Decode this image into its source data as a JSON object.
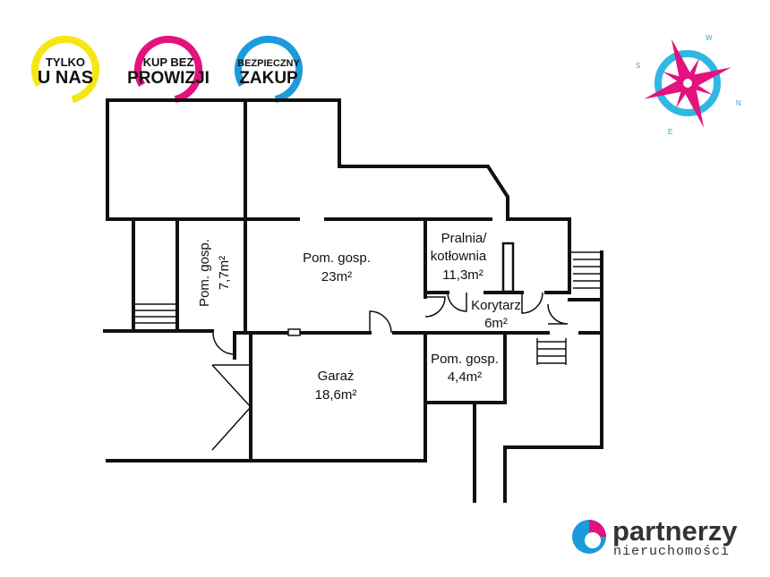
{
  "badges": [
    {
      "line1": "TYLKO",
      "line2": "U NAS",
      "color": "#f5e614"
    },
    {
      "line1": "KUP BEZ",
      "line2": "PROWIZJI",
      "color": "#e3127f"
    },
    {
      "line1": "BEZPIECZNY",
      "line2": "ZAKUP",
      "color": "#1c9bdc"
    }
  ],
  "compass": {
    "w": "W",
    "n": "N",
    "e": "E",
    "s": "S",
    "star_color": "#e3127f",
    "ring_color": "#2fb8e3"
  },
  "rooms": {
    "pom_gosp_vert": {
      "name": "Pom. gosp.",
      "area": "7,7m²"
    },
    "pom_gosp_23": {
      "name": "Pom. gosp.",
      "area": "23m²"
    },
    "pralnia": {
      "name1": "Pralnia/",
      "name2": "kotłownia",
      "area": "11,3m²"
    },
    "korytarz": {
      "name": "Korytarz",
      "area": "6m²"
    },
    "garaz": {
      "name": "Garaż",
      "area": "18,6m²"
    },
    "pom_gosp_44": {
      "name": "Pom. gosp.",
      "area": "4,4m²"
    }
  },
  "brand": {
    "name": "partnerzy",
    "sub": "nieruchomości",
    "blue": "#1c9bdc",
    "pink": "#e3127f"
  }
}
